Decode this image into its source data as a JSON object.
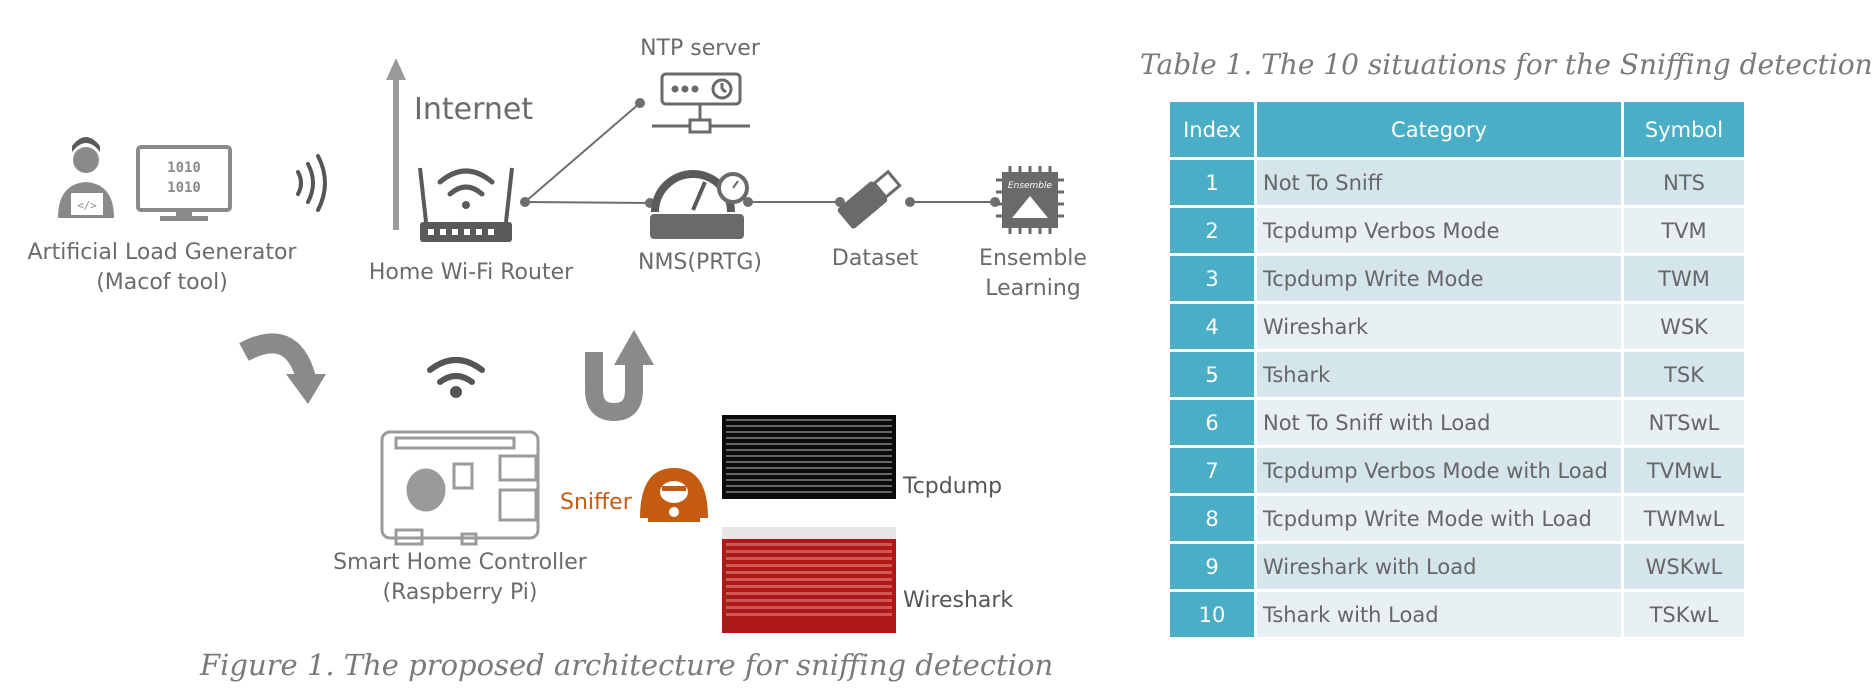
{
  "figure": {
    "nodes": {
      "load_generator": [
        "Artificial Load Generator",
        "(Macof tool)"
      ],
      "internet": "Internet",
      "router": "Home Wi-Fi Router",
      "ntp": "NTP server",
      "nms": "NMS(PRTG)",
      "dataset": "Dataset",
      "ensemble": [
        "Ensemble",
        "Learning"
      ],
      "ensemble_chip_text": "Ensemble",
      "controller": [
        "Smart Home Controller",
        "(Raspberry Pi)"
      ],
      "sniffer": "Sniffer",
      "tcpdump": "Tcpdump",
      "wireshark": "Wireshark"
    },
    "caption": "Figure 1. The proposed architecture for sniffing detection",
    "colors": {
      "gray": "#8a8a8a",
      "dark": "#5a5a5a",
      "sniffer": "#c55a11",
      "accent": "#4aaec6"
    }
  },
  "table": {
    "caption": "Table 1. The 10 situations for the Sniffing detection",
    "headers": [
      "Index",
      "Category",
      "Symbol"
    ],
    "rows": [
      [
        "1",
        "Not To Sniff",
        "NTS"
      ],
      [
        "2",
        "Tcpdump Verbos Mode",
        "TVM"
      ],
      [
        "3",
        "Tcpdump Write Mode",
        "TWM"
      ],
      [
        "4",
        "Wireshark",
        "WSK"
      ],
      [
        "5",
        "Tshark",
        "TSK"
      ],
      [
        "6",
        "Not To Sniff with Load",
        "NTSwL"
      ],
      [
        "7",
        "Tcpdump Verbos Mode with Load",
        "TVMwL"
      ],
      [
        "8",
        "Tcpdump Write Mode with Load",
        "TWMwL"
      ],
      [
        "9",
        "Wireshark with Load",
        "WSKwL"
      ],
      [
        "10",
        "Tshark with Load",
        "TSKwL"
      ]
    ]
  }
}
